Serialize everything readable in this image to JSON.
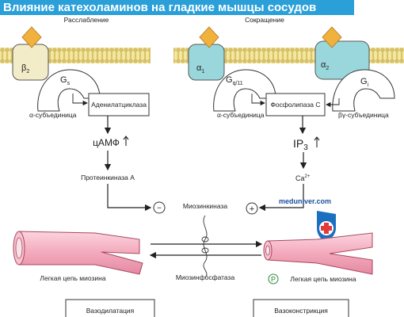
{
  "title": "Влияние катехоламинов на гладкие мышцы сосудов",
  "left": {
    "header": "Расслабление",
    "receptor": "β",
    "receptor_sub": "2",
    "gprotein": "G",
    "gprotein_sub": "s",
    "alpha_subunit": "α-субъединица",
    "enzyme": "Аденилатциклаза",
    "messenger": "цАМФ",
    "kinase": "Протеинкиназа А",
    "minus": "−",
    "chain": "Легкая цепь миозина",
    "effect": "Вазодилатация"
  },
  "right": {
    "header": "Сокращение",
    "receptor1": "α",
    "receptor1_sub": "1",
    "receptor2": "α",
    "receptor2_sub": "2",
    "gprotein1": "G",
    "gprotein1_sub": "q/11",
    "gprotein2": "G",
    "gprotein2_sub": "i",
    "alpha_subunit": "α-субъединица",
    "bg_subunit": "βγ-субъединица",
    "enzyme": "Фосфолипаза C",
    "messenger": "IP",
    "messenger_sub": "3",
    "calcium": "Ca",
    "calcium_sup": "2+",
    "plus": "+",
    "phospho": "P",
    "chain": "Легкая цепь миозина",
    "effect": "Вазоконстрикция"
  },
  "center": {
    "kinase": "Миозинкиназа",
    "phosphatase": "Миозинфосфатаза"
  },
  "watermark": "meduniver.com",
  "colors": {
    "title_bg": "#2a9fd8",
    "membrane": "#f4e7a0",
    "membrane_line": "#c9b24a",
    "ligand": "#f0b23c",
    "receptor_left": "#f2ecc8",
    "receptor_right": "#9ad7dc",
    "vessel": "#f3aec0",
    "vessel_edge": "#a8475f",
    "shield": "#1b6fbf",
    "cross": "#e23b3b"
  }
}
